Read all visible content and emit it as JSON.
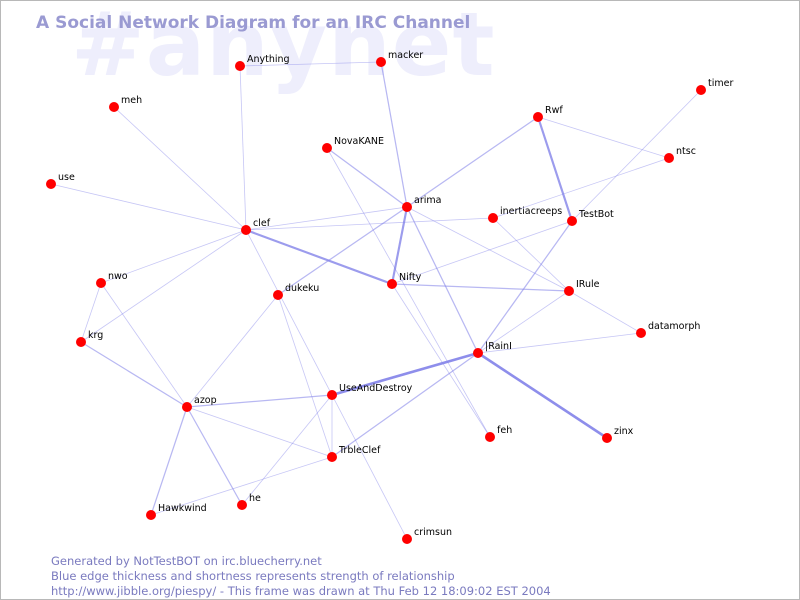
{
  "watermark": "#anynet",
  "title": "A Social Network Diagram for an IRC Channel",
  "footer": {
    "line1": "Generated by NotTestBOT on irc.bluecherry.net",
    "line2": "Blue edge thickness and shortness represents strength of relationship",
    "line3": "http://www.jibble.org/piespy/ - This frame was drawn at Thu Feb 12 18:09:02 EST 2004"
  },
  "colors": {
    "node": "#ff0000",
    "edge": "#8080e8",
    "title": "#9a9ad2",
    "footer": "#7a7abf",
    "watermark": "#eeeefc"
  },
  "nodes": [
    {
      "id": "Anything",
      "label": "Anything"
    },
    {
      "id": "macker",
      "label": "macker"
    },
    {
      "id": "timer",
      "label": "timer"
    },
    {
      "id": "meh",
      "label": "meh"
    },
    {
      "id": "Rwf",
      "label": "Rwf"
    },
    {
      "id": "NovaKANE",
      "label": "NovaKANE"
    },
    {
      "id": "ntsc",
      "label": "ntsc"
    },
    {
      "id": "use",
      "label": "use"
    },
    {
      "id": "arima",
      "label": "arima"
    },
    {
      "id": "inertiacreeps",
      "label": "inertiacreeps"
    },
    {
      "id": "TestBot",
      "label": "TestBot"
    },
    {
      "id": "clef",
      "label": "clef"
    },
    {
      "id": "nwo",
      "label": "nwo"
    },
    {
      "id": "dukeku",
      "label": "dukeku"
    },
    {
      "id": "Nifty",
      "label": "Nifty"
    },
    {
      "id": "IRule",
      "label": "IRule"
    },
    {
      "id": "krg",
      "label": "krg"
    },
    {
      "id": "datamorph",
      "label": "datamorph"
    },
    {
      "id": "IRainI",
      "label": "|RainI"
    },
    {
      "id": "UseAndDestroy",
      "label": "UseAndDestroy"
    },
    {
      "id": "azop",
      "label": "azop"
    },
    {
      "id": "feh",
      "label": "feh"
    },
    {
      "id": "zinx",
      "label": "zinx"
    },
    {
      "id": "TrbleClef",
      "label": "TrbleClef"
    },
    {
      "id": "Hawkwind",
      "label": "Hawkwind"
    },
    {
      "id": "he",
      "label": "he"
    },
    {
      "id": "crimsun",
      "label": "crimsun"
    }
  ],
  "edges": [
    {
      "source": "Anything",
      "target": "macker",
      "weight": 1
    },
    {
      "source": "Anything",
      "target": "clef",
      "weight": 1
    },
    {
      "source": "macker",
      "target": "arima",
      "weight": 1.5
    },
    {
      "source": "meh",
      "target": "clef",
      "weight": 1
    },
    {
      "source": "use",
      "target": "clef",
      "weight": 1
    },
    {
      "source": "clef",
      "target": "arima",
      "weight": 1
    },
    {
      "source": "clef",
      "target": "inertiacreeps",
      "weight": 1
    },
    {
      "source": "clef",
      "target": "Nifty",
      "weight": 2.5
    },
    {
      "source": "clef",
      "target": "nwo",
      "weight": 1
    },
    {
      "source": "clef",
      "target": "krg",
      "weight": 1
    },
    {
      "source": "clef",
      "target": "UseAndDestroy",
      "weight": 1
    },
    {
      "source": "NovaKANE",
      "target": "arima",
      "weight": 1.5
    },
    {
      "source": "NovaKANE",
      "target": "feh",
      "weight": 1
    },
    {
      "source": "arima",
      "target": "Nifty",
      "weight": 2.5
    },
    {
      "source": "arima",
      "target": "dukeku",
      "weight": 1.5
    },
    {
      "source": "arima",
      "target": "IRule",
      "weight": 1
    },
    {
      "source": "arima",
      "target": "IRainI",
      "weight": 1.5
    },
    {
      "source": "arima",
      "target": "Rwf",
      "weight": 1.5
    },
    {
      "source": "Rwf",
      "target": "TestBot",
      "weight": 2.5
    },
    {
      "source": "Rwf",
      "target": "ntsc",
      "weight": 1
    },
    {
      "source": "ntsc",
      "target": "inertiacreeps",
      "weight": 1
    },
    {
      "source": "timer",
      "target": "TestBot",
      "weight": 1
    },
    {
      "source": "TestBot",
      "target": "Nifty",
      "weight": 1
    },
    {
      "source": "TestBot",
      "target": "IRainI",
      "weight": 1.5
    },
    {
      "source": "inertiacreeps",
      "target": "IRule",
      "weight": 1
    },
    {
      "source": "Nifty",
      "target": "IRule",
      "weight": 1.5
    },
    {
      "source": "IRule",
      "target": "IRainI",
      "weight": 1
    },
    {
      "source": "IRainI",
      "target": "datamorph",
      "weight": 1
    },
    {
      "source": "IRainI",
      "target": "UseAndDestroy",
      "weight": 3
    },
    {
      "source": "IRainI",
      "target": "zinx",
      "weight": 3
    },
    {
      "source": "IRainI",
      "target": "TrbleClef",
      "weight": 1.5
    },
    {
      "source": "datamorph",
      "target": "IRule",
      "weight": 1
    },
    {
      "source": "dukeku",
      "target": "azop",
      "weight": 1
    },
    {
      "source": "dukeku",
      "target": "TrbleClef",
      "weight": 1
    },
    {
      "source": "nwo",
      "target": "krg",
      "weight": 1
    },
    {
      "source": "nwo",
      "target": "azop",
      "weight": 1
    },
    {
      "source": "krg",
      "target": "azop",
      "weight": 1.5
    },
    {
      "source": "azop",
      "target": "UseAndDestroy",
      "weight": 1.5
    },
    {
      "source": "azop",
      "target": "TrbleClef",
      "weight": 1
    },
    {
      "source": "azop",
      "target": "Hawkwind",
      "weight": 1.5
    },
    {
      "source": "azop",
      "target": "he",
      "weight": 1.5
    },
    {
      "source": "UseAndDestroy",
      "target": "TrbleClef",
      "weight": 1
    },
    {
      "source": "UseAndDestroy",
      "target": "crimsun",
      "weight": 1
    },
    {
      "source": "UseAndDestroy",
      "target": "he",
      "weight": 1
    },
    {
      "source": "Nifty",
      "target": "feh",
      "weight": 1
    },
    {
      "source": "Hawkwind",
      "target": "TrbleClef",
      "weight": 1
    }
  ]
}
